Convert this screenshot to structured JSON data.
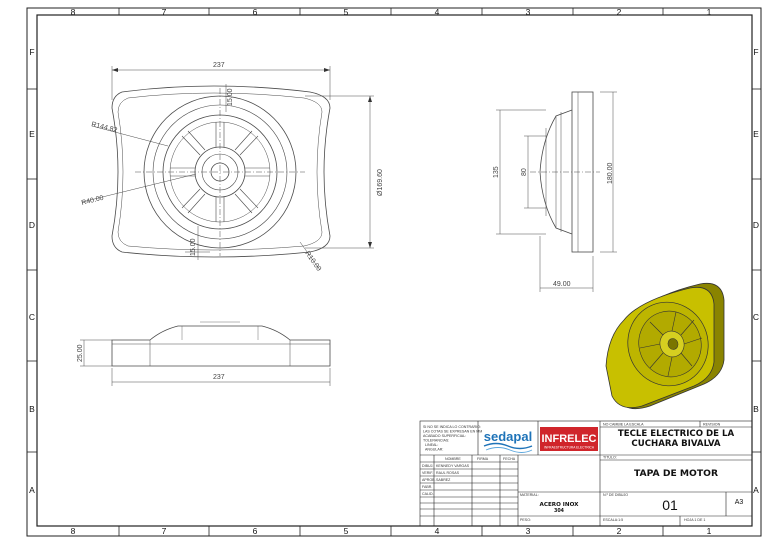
{
  "border": {
    "columns": [
      "8",
      "7",
      "6",
      "5",
      "4",
      "3",
      "2",
      "1"
    ],
    "rows": [
      "F",
      "E",
      "D",
      "C",
      "B",
      "A"
    ]
  },
  "front_view": {
    "width_dim": "237",
    "height_dim": "Ø169.60",
    "radius_large": "R144.82",
    "radius_mid": "R40.00",
    "radius_corner": "R10.00",
    "rib_top": "15.00",
    "rib_bottom": "15.00"
  },
  "side_view": {
    "dim_overall": "180.00",
    "dim_135": "135",
    "dim_80": "80",
    "dim_depth": "49.00"
  },
  "bottom_view": {
    "width_dim": "237",
    "height_dim": "25.00"
  },
  "title_block": {
    "notes": [
      "SI NO SE INDICA LO CONTRARIO:",
      "LAS COTAS SE EXPRESAN EN MM",
      "ACABADO SUPERFICIAL:",
      "TOLERANCIAS:",
      "LINEAL:",
      "ANGULAR:"
    ],
    "logo_sedapal": "sedapal",
    "logo_infrelec": "INFRELEC",
    "logo_infrelec_sub": "INFRAESTRUCTURA ELECTRICA",
    "header_nombre": "NOMBRE",
    "header_firma": "FIRMA",
    "header_fecha": "FECHA",
    "row_labels": [
      "DIBUJ.",
      "VERIF.",
      "APROB.",
      "FABR.",
      "CALID."
    ],
    "row_names": [
      "KENNEDY VARGAS",
      "RAUL ROSAS",
      "SABREZ"
    ],
    "nombre_label": "NO CAMBIE LA ESCALA",
    "revision_label": "REVISION",
    "main_title": "TECLE ELECTRICO DE LA CUCHARA BIVALVA",
    "titulo_label": "TITULO:",
    "part_title": "TAPA DE MOTOR",
    "material_label": "MATERIAL:",
    "material_value": "ACERO INOX",
    "material_grade": "304",
    "dibujo_label": "N.º DE DIBUJO",
    "drawing_number": "01",
    "sheet_size": "A3",
    "peso_label": "PESO:",
    "escala_label": "ESCALA:1:5",
    "hoja_label": "HOJA 1 DE 1"
  },
  "colors": {
    "line": "#4a4a4a",
    "border": "#222222",
    "solid_yellow": "#c8c000",
    "solid_shadow": "#8a8400",
    "sedapal_blue": "#1e73b8",
    "infrelec_red": "#d0252b"
  }
}
